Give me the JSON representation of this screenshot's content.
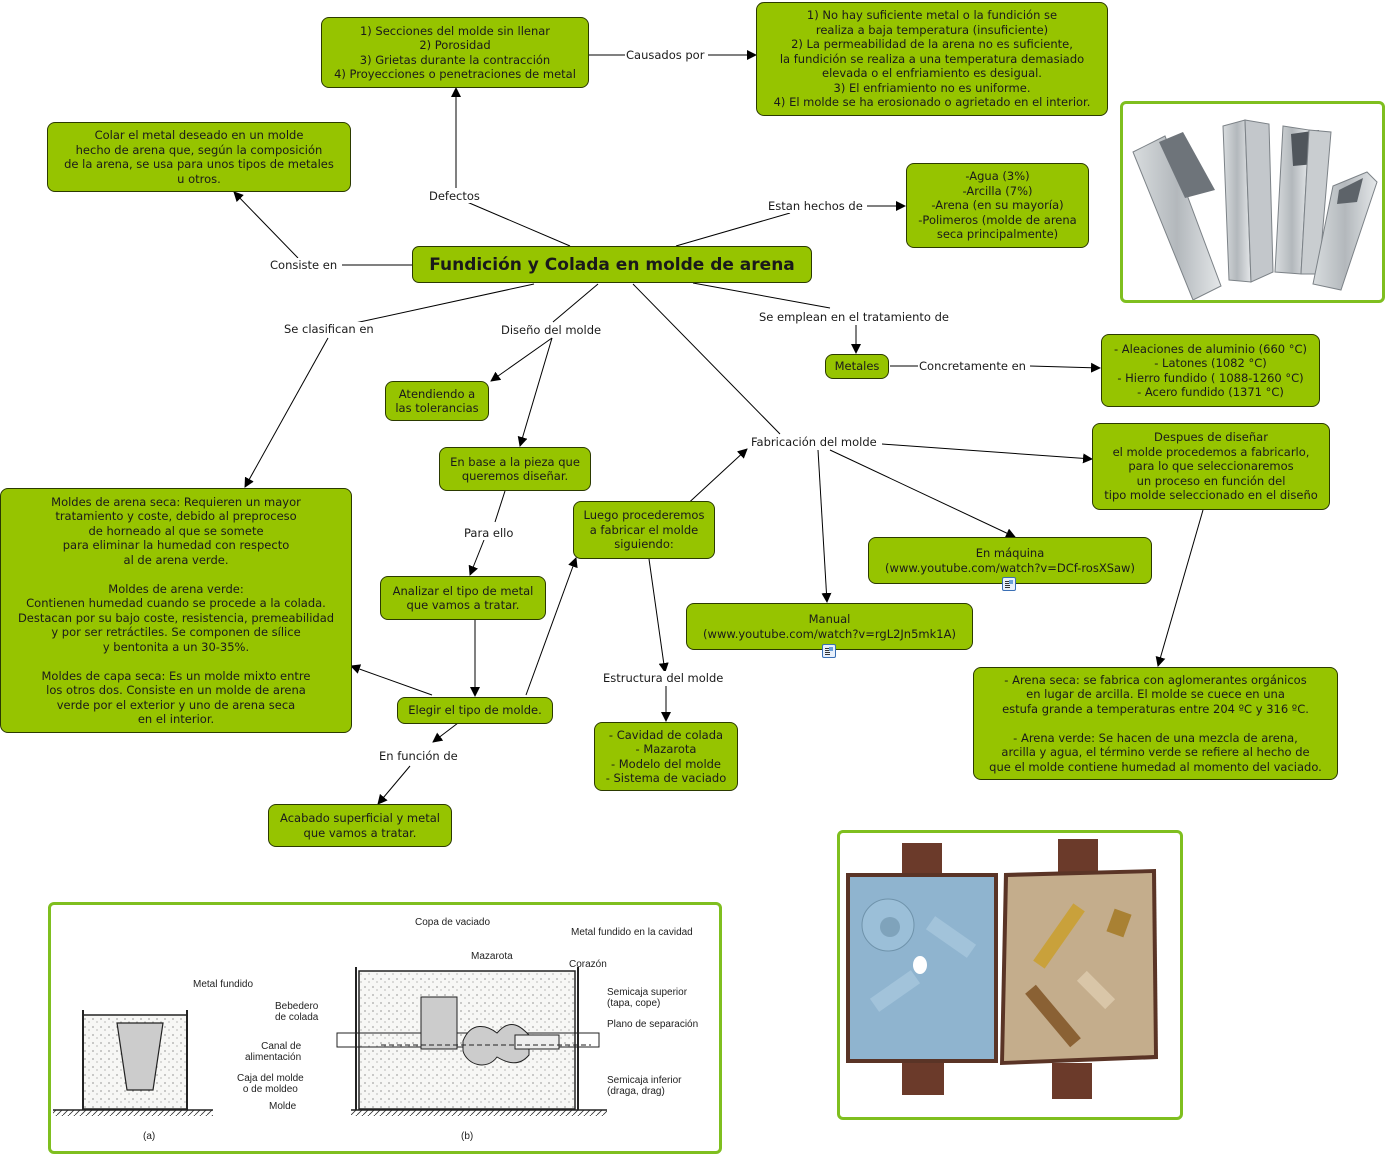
{
  "colors": {
    "node_fill": "#96c400",
    "node_border": "#2b3a00",
    "frame_border": "#7fbf1f",
    "edge": "#000000"
  },
  "nodes": {
    "main": "Fundición y Colada en molde de arena",
    "defectos_list": "1) Secciones del molde sin llenar\n2) Porosidad\n3) Grietas durante la contracción\n4) Proyecciones o penetraciones de metal",
    "causas": "1) No hay suficiente metal o la fundición se\nrealiza a baja temperatura (insuficiente)\n2) La permeabilidad de la arena no es suficiente,\nla fundición se realiza a una temperatura demasiado\nelevada o el enfriamiento es desigual.\n3) El enfriamiento no es uniforme.\n4) El molde se ha erosionado o agrietado en el interior.",
    "consiste": "Colar el metal deseado en un molde\nhecho de arena que, según la composición\nde la arena, se usa para unos tipos de metales\nu otros.",
    "composicion": "-Agua (3%)\n-Arcilla (7%)\n-Arena (en su mayoría)\n-Polimeros (molde de arena\nseca principalmente)",
    "metales": "Metales",
    "aleaciones": "- Aleaciones de aluminio (660 °C)\n- Latones (1082 °C)\n- Hierro fundido ( 1088-1260 °C)\n- Acero fundido (1371 °C)",
    "tolerancias": "Atendiendo a\nlas tolerancias",
    "en_base": "En base a la pieza que\nqueremos diseñar.",
    "tipos_moldes": "Moldes de arena seca: Requieren un mayor\ntratamiento y coste, debido al preproceso\nde horneado al que se somete\npara eliminar la humedad con respecto\nal de arena verde.\n\nMoldes de arena verde:\nContienen humedad cuando se procede a la colada.\nDestacan por su bajo coste, resistencia, premeabilidad\ny por ser retráctiles. Se componen de sílice\ny bentonita a un 30-35%.\n\nMoldes de capa seca: Es un molde mixto entre\nlos otros dos. Consiste en un molde de arena\nverde por el exterior y uno de arena seca\nen el interior.",
    "analizar": "Analizar el tipo de metal\nque vamos a tratar.",
    "luego": "Luego procederemos\na fabricar el molde\nsiguiendo:",
    "elegir": "Elegir el tipo de molde.",
    "acabado": "Acabado superficial y metal\nque vamos a tratar.",
    "estructura_list": "- Cavidad de colada\n- Mazarota\n- Modelo del molde\n- Sistema de vaciado",
    "en_maquina": "En máquina\n(www.youtube.com/watch?v=DCf-rosXSaw)",
    "manual": "Manual\n(www.youtube.com/watch?v=rgL2Jn5mk1A)",
    "despues": "Despues de diseñar\nel molde procedemos a fabricarlo,\npara lo que seleccionaremos\nun proceso en función del\ntipo molde seleccionado en el diseño",
    "arena_tipos": "- Arena seca: se fabrica con aglomerantes orgánicos\nen lugar de arcilla. El molde se cuece en una\nestufa grande a temperaturas entre 204 ºC y 316 ºC.\n\n- Arena verde: Se hacen de una mezcla de arena,\narcilla y agua, el término verde se refiere al hecho de\nque el molde contiene humedad al momento del vaciado."
  },
  "links": {
    "causados_por": "Causados por",
    "defectos": "Defectos",
    "consiste_en": "Consiste en",
    "estan_hechos_de": "Estan hechos de",
    "se_emplean": "Se emplean en el tratamiento de",
    "concretamente_en": "Concretamente en",
    "se_clasifican": "Se clasifican en",
    "diseno_molde": "Diseño del molde",
    "fabricacion_molde": "Fabricación del molde",
    "para_ello": "Para ello",
    "estructura_molde": "Estructura del molde",
    "en_funcion_de": "En función de"
  },
  "resources": [
    {
      "icon": "web-resource-icon",
      "attached_to": "en_maquina"
    },
    {
      "icon": "web-resource-icon",
      "attached_to": "manual"
    }
  ],
  "images": {
    "aluminum": {
      "alt": "Perfiles de aluminio extruido"
    },
    "mold_photo": {
      "alt": "Molde de arena abierto en dos semicajas"
    },
    "diagram": {
      "labels": {
        "metal_fundido": "Metal fundido",
        "copa": "Copa de vaciado",
        "mazarota": "Mazarota",
        "metal_cavidad": "Metal fundido en la cavidad",
        "corazon": "Corazón",
        "bebedero": "Bebedero\nde colada",
        "semicaja_sup": "Semicaja superior\n(tapa, cope)",
        "plano": "Plano de separación",
        "canal": "Canal de\nalimentación",
        "caja": "Caja del molde\no de moldeo",
        "molde": "Molde",
        "semicaja_inf": "Semicaja inferior\n(draga, drag)",
        "a": "(a)",
        "b": "(b)"
      }
    }
  }
}
